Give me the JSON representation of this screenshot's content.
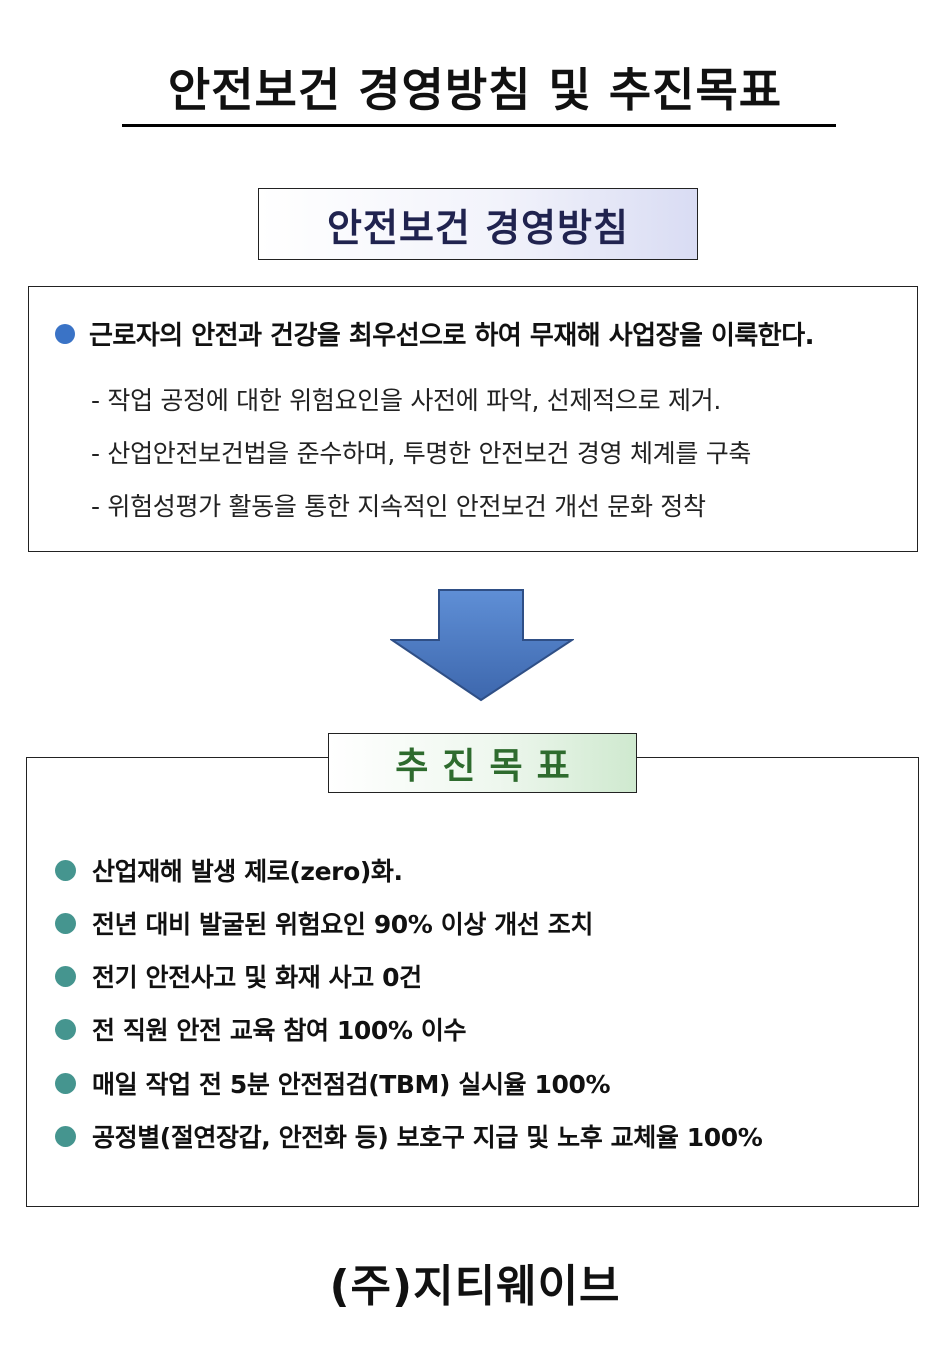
{
  "document": {
    "title": "안전보건 경영방침 및 추진목표",
    "company": "(주)지티웨이브"
  },
  "policy": {
    "label": "안전보건 경영방침",
    "main": "근로자의 안전과 건강을 최우선으로 하여 무재해 사업장을 이룩한다.",
    "details": [
      "- 작업 공정에 대한 위험요인을 사전에 파악, 선제적으로 제거.",
      "- 산업안전보건법을 준수하며, 투명한 안전보건 경영 체계를 구축",
      "- 위험성평가 활동을 통한 지속적인 안전보건 개선 문화 정착"
    ]
  },
  "goals": {
    "label": "추진목표",
    "items": [
      "산업재해 발생 제로(zero)화.",
      "전년 대비 발굴된 위험요인 90% 이상 개선 조치",
      "전기 안전사고 및 화재 사고 0건",
      "전 직원 안전 교육 참여 100% 이수",
      "매일 작업 전 5분 안전점검(TBM) 실시율 100%",
      "공정별(절연장갑, 안전화 등) 보호구 지급 및 노후 교체율 100%"
    ]
  },
  "colors": {
    "policy_bullet": "#3a73c6",
    "goal_bullet": "#45958f",
    "arrow_fill": "#4a78c0",
    "policy_label_text": "#20234f",
    "goals_label_text": "#2e6b2e"
  },
  "icons": {
    "flow_arrow": "down-arrow-icon"
  }
}
